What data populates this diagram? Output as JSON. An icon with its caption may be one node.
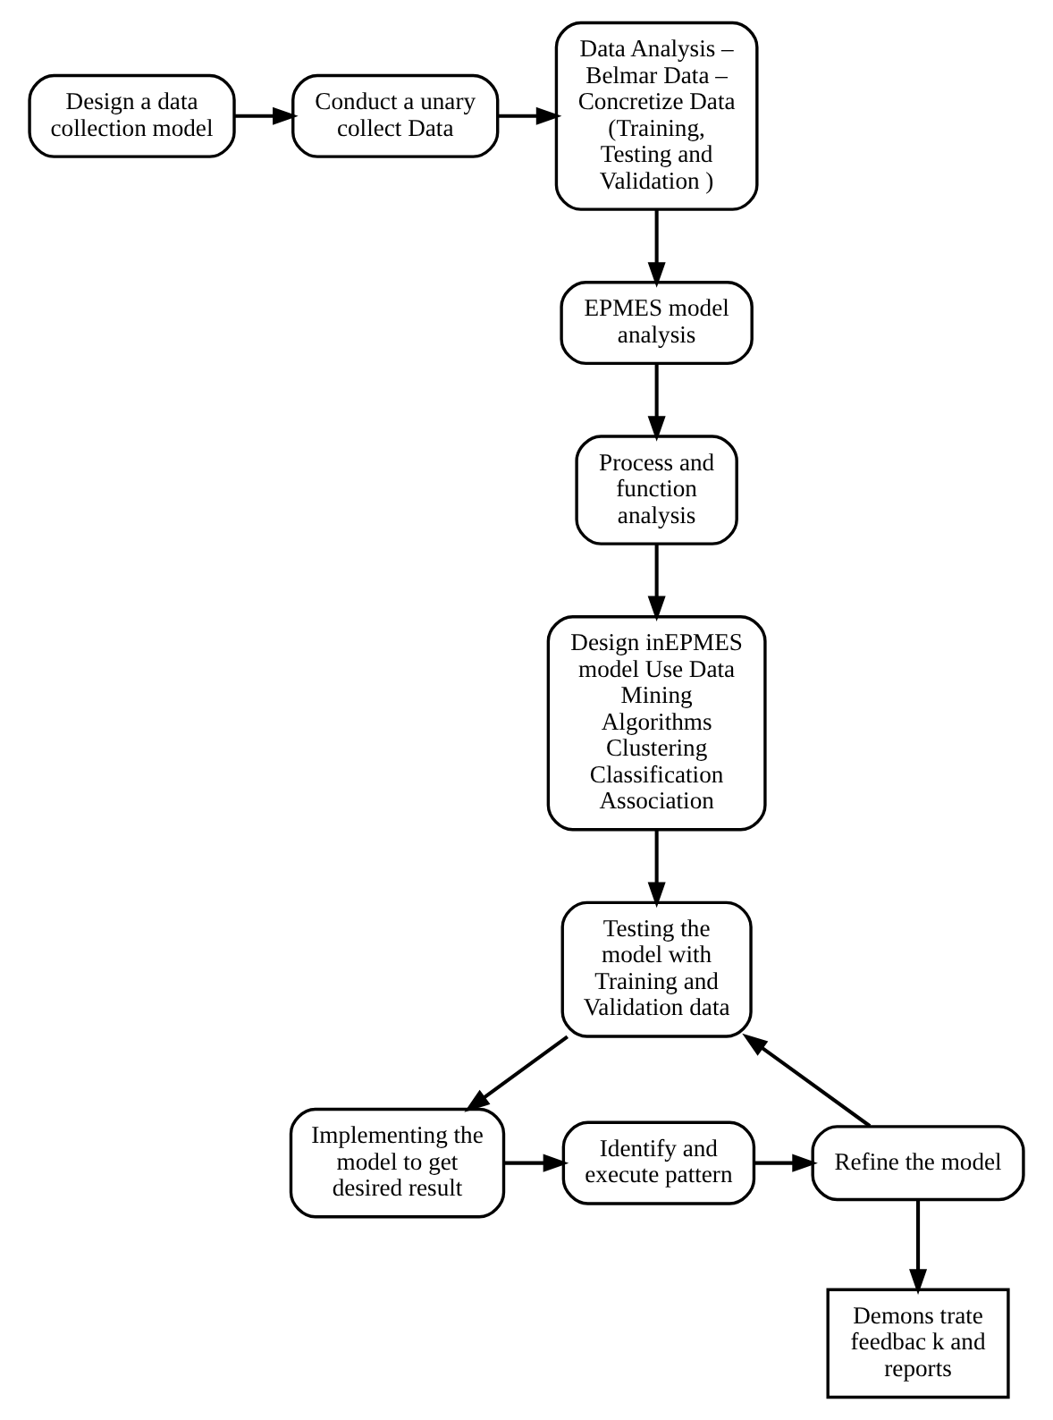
{
  "diagram": {
    "nodes": [
      {
        "text": [
          "Design a data collection model"
        ]
      },
      {
        "text": [
          "Conduct a unary collect Data"
        ]
      },
      {
        "text": [
          "Data Analysis – Belmar Data – Concretize Data (Training, Testing and Validation )"
        ]
      },
      {
        "text": [
          "EPMES model analysis"
        ]
      },
      {
        "text": [
          "Process and function analysis"
        ]
      },
      {
        "text": [
          "Design inEPMES model Use Data Mining Algorithms Clustering Classification Association"
        ]
      },
      {
        "text": [
          "Testing the model with Training and Validation data"
        ]
      },
      {
        "text": [
          "Implementing the model to get desired result"
        ]
      },
      {
        "text": [
          "Identify and execute pattern"
        ]
      },
      {
        "text": [
          "Refine the model"
        ]
      },
      {
        "text": [
          "Demons trate feedbac k and reports"
        ]
      }
    ],
    "edges": [
      {
        "from": 0,
        "to": 1,
        "arrow": "to"
      },
      {
        "from": 1,
        "to": 2,
        "arrow": "to"
      },
      {
        "from": 2,
        "to": 3,
        "arrow": "to"
      },
      {
        "from": 3,
        "to": 4,
        "arrow": "to"
      },
      {
        "from": 4,
        "to": 5,
        "arrow": "to"
      },
      {
        "from": 5,
        "to": 6,
        "arrow": "to"
      },
      {
        "from": 6,
        "to": 7,
        "arrow": "to"
      },
      {
        "from": 7,
        "to": 8,
        "arrow": "to"
      },
      {
        "from": 8,
        "to": 9,
        "arrow": "to"
      },
      {
        "from": 9,
        "to": 10,
        "arrow": "to"
      },
      {
        "from": 9,
        "to": 6,
        "arrow": "to"
      }
    ]
  }
}
